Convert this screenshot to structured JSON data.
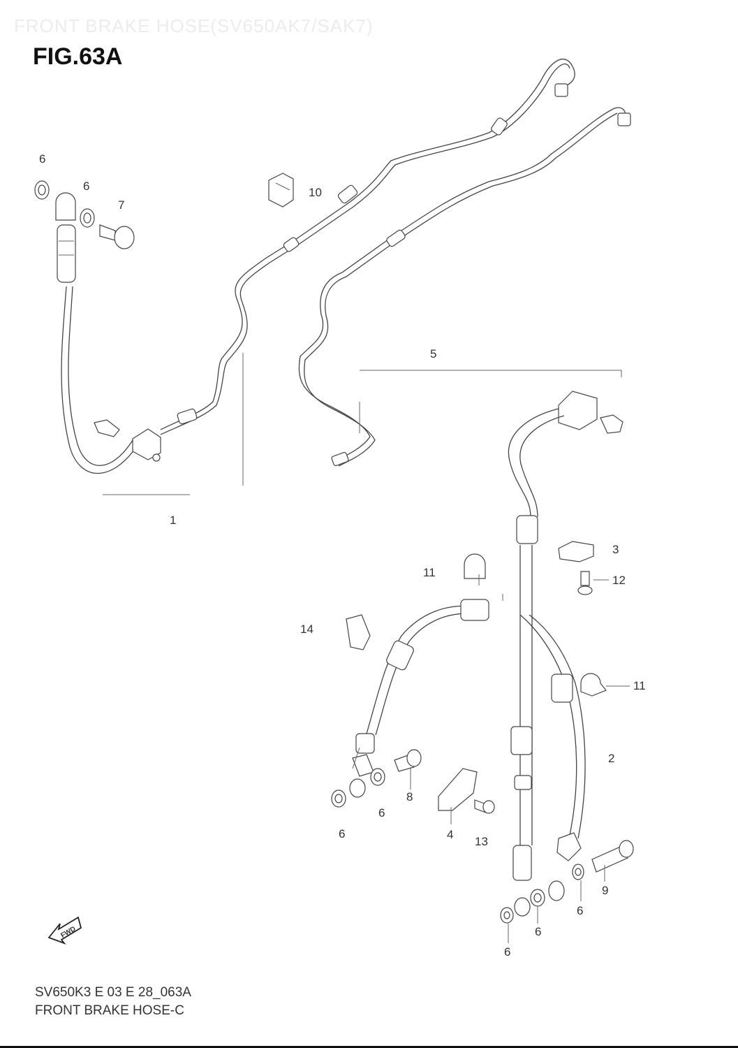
{
  "header": {
    "watermark": "FRONT BRAKE HOSE(SV650AK7/SAK7)",
    "fig_title": "FIG.63A"
  },
  "callouts": {
    "p1": "1",
    "p2": "2",
    "p3": "3",
    "p4": "4",
    "p5": "5",
    "p6a": "6",
    "p6b": "6",
    "p6c": "6",
    "p6d": "6",
    "p6e": "6",
    "p6f": "6",
    "p6g": "6",
    "p7": "7",
    "p8": "8",
    "p9": "9",
    "p10": "10",
    "p11a": "11",
    "p11b": "11",
    "p12": "12",
    "p13": "13",
    "p14": "14"
  },
  "fwd_label": "FWD",
  "footer": {
    "code": "SV650K3 E 03 E 28_063A",
    "name": "FRONT BRAKE HOSE-C"
  }
}
